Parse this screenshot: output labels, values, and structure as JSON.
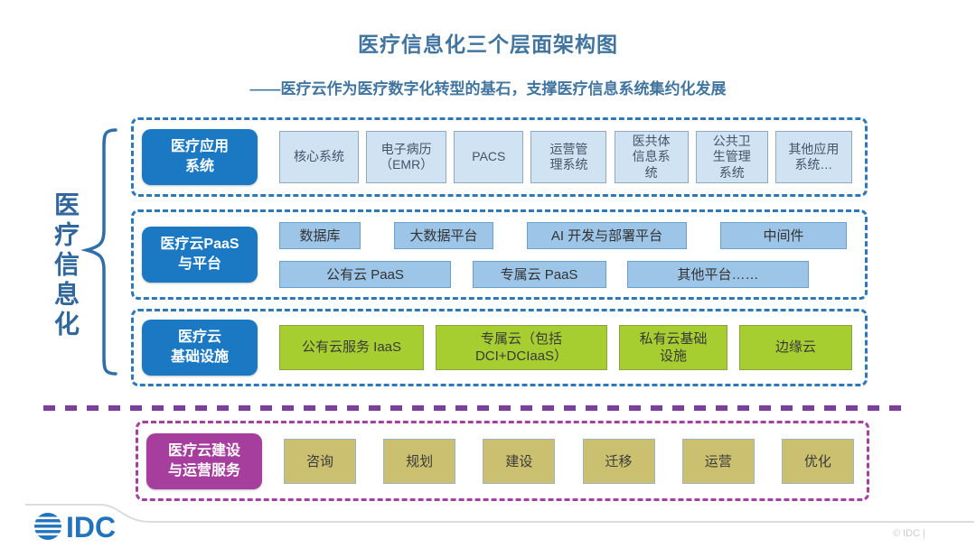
{
  "title": "医疗信息化三个层面架构图",
  "subtitle": "——医疗云作为医疗数字化转型的基石，支撑医疗信息系统集约化发展",
  "side_label": "医疗信息化",
  "colors": {
    "label_blue": "#1B78C2",
    "dashed_blue": "#2E77B8",
    "light_blue_fill": "#CFE3F3",
    "medium_blue_fill": "#9CC5E8",
    "green_fill": "#A6CE30",
    "khaki_fill": "#CBC06F",
    "label_purple": "#A63E9E",
    "separator_purple": "#7A4198",
    "title_blue": "#41759F"
  },
  "layers": [
    {
      "label": "医疗应用\n系统",
      "items": [
        "核心系统",
        "电子病历\n（EMR）",
        "PACS",
        "运营管\n理系统",
        "医共体\n信息系\n统",
        "公共卫\n生管理\n系统",
        "其他应用\n系统…"
      ]
    },
    {
      "label": "医疗云PaaS\n与平台",
      "row1": [
        "数据库",
        "大数据平台",
        "AI 开发与部署平台",
        "中间件"
      ],
      "row2": [
        "公有云 PaaS",
        "专属云 PaaS",
        "其他平台……"
      ]
    },
    {
      "label": "医疗云\n基础设施",
      "items": [
        "公有云服务 IaaS",
        "专属云（包括\nDCI+DCIaaS）",
        "私有云基础\n设施",
        "边缘云"
      ]
    },
    {
      "label": "医疗云建设\n与运营服务",
      "items": [
        "咨询",
        "规划",
        "建设",
        "迁移",
        "运营",
        "优化"
      ]
    }
  ],
  "footer": {
    "logo": "IDC",
    "copyright": "© IDC |"
  }
}
